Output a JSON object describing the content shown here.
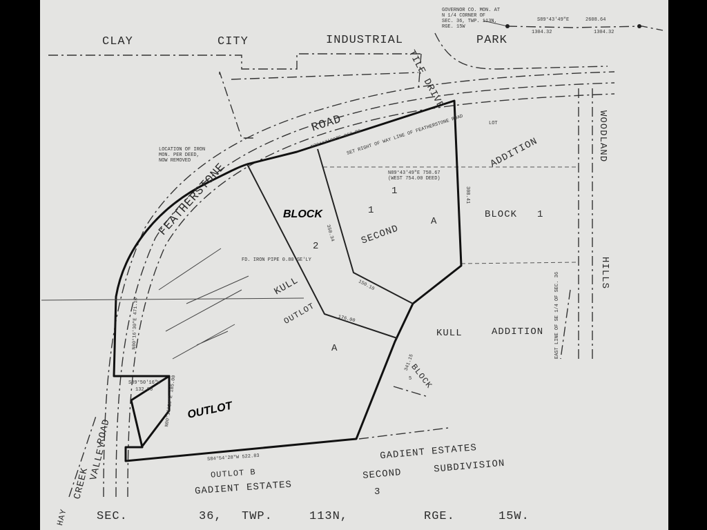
{
  "labels": {
    "clay": "CLAY",
    "city": "CITY",
    "industrial": "INDUSTRIAL",
    "park": "PARK",
    "tile_drive": "TILE DRIVE",
    "road_top": "ROAD",
    "featherstone": "FEATHERSTONE",
    "addition_top": "ADDITION",
    "woodland": "WOODLAND",
    "hills": "HILLS",
    "block_right": "BLOCK",
    "block_right_num": "1",
    "block_center": "BLOCK",
    "lot2": "2",
    "lot1": "1",
    "lot1b": "1",
    "second": "SECOND",
    "a_upper": "A",
    "kull_left": "KULL",
    "outlot_small": "OUTLOT",
    "a_lower": "A",
    "kull_addition_kull": "KULL",
    "kull_addition_add": "ADDITION",
    "block_lower": "BLOCK",
    "outlot_main": "OUTLOT",
    "gadient_estates_1": "GADIENT ESTATES",
    "second_subdivision_second": "SECOND",
    "second_subdivision_sub": "SUBDIVISION",
    "outlot_b": "OUTLOT B",
    "gadient_estates_2": "GADIENT ESTATES",
    "lot3": "3",
    "creek": "CREEK",
    "valley": "VALLEY",
    "road_left": "ROAD",
    "hay": "HAY",
    "sec": "SEC.",
    "sec_num": "36,",
    "twp": "TWP.",
    "twp_num": "113N,",
    "rge": "RGE.",
    "rge_num": "15W."
  },
  "annotations": {
    "corner_note_1": "GOVERNOR CO. MON. AT",
    "corner_note_2": "N 1/4 CORNER OF",
    "corner_note_3": "SEC. 36, TWP. 113N,",
    "corner_note_4": "RGE. 15W",
    "top_bearing": "S89°43'49\"E",
    "top_dist_1": "2608.64",
    "top_dist_2": "1304.32",
    "top_dist_3": "1304.32",
    "monument_1": "LOCATION OF IRON",
    "monument_2": "MON. PER DEED,",
    "monument_3": "NOW REMOVED",
    "road_bearing": "N70°17'00\"E  367.90",
    "south_bearing": "S84°54'28\"W  522.83",
    "west_line": "N00°16'30\"E 471.10",
    "west_short": "S89°50'16\"W",
    "west_short_dist": "132.00",
    "west_vert": "N00°16'30\"E 185.00",
    "block_lower_num": "5",
    "lower_dist": "341.15",
    "inner_dist_1": "176.00",
    "inner_dist_2": "350.34",
    "inner_dist_3": "150.10",
    "right_dist": "308.41",
    "lot_text": "LOT",
    "row_text": "N89°43'49\"E 758.67",
    "row_text_2": "(WEST 754.00 DEED)",
    "right_of_way": "SET RIGHT OF WAY LINE OF FEATHERSTONE ROAD",
    "found_pipe": "FD. IRON PIPE 0.80 SE'LY",
    "east_line": "EAST LINE OF SE 1/4 OF SEC. 36"
  }
}
